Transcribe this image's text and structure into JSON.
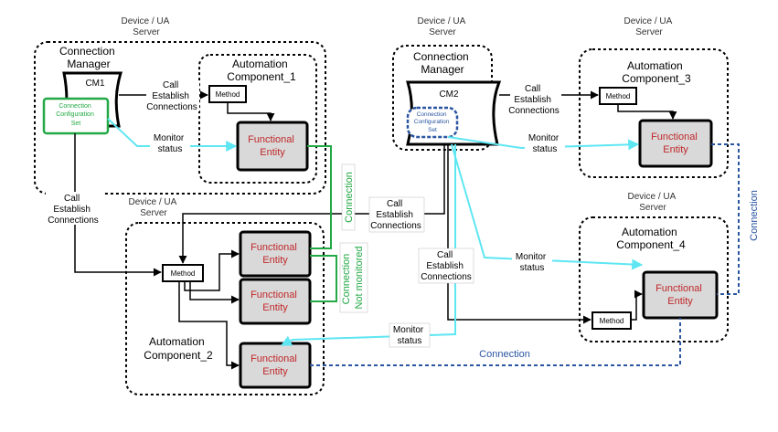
{
  "server_labels": {
    "s1": [
      "Device / UA",
      "Server"
    ],
    "s2": [
      "Device / UA",
      "Server"
    ],
    "s3": [
      "Device / UA",
      "Server"
    ],
    "s4": [
      "Device / UA",
      "Server"
    ],
    "s5": [
      "Device / UA",
      "Server"
    ]
  },
  "cm1": {
    "title": [
      "Connection",
      "Manager"
    ],
    "doc_label": "CM1",
    "config": [
      "Connection",
      "Configuration",
      "Set"
    ]
  },
  "cm2": {
    "title": [
      "Connection",
      "Manager"
    ],
    "doc_label": "CM2",
    "config": [
      "Connection",
      "Configuration",
      "Set"
    ]
  },
  "components": {
    "ac1": [
      "Automation",
      "Component_1"
    ],
    "ac2": [
      "Automation",
      "Component_2"
    ],
    "ac3": [
      "Automation",
      "Component_3"
    ],
    "ac4": [
      "Automation",
      "Component_4"
    ]
  },
  "method_label": "Method",
  "functional_entity": [
    "Functional",
    "Entity"
  ],
  "labels": {
    "call_establish": [
      "Call",
      "Establish",
      "Connections"
    ],
    "monitor_status": [
      "Monitor",
      "status"
    ],
    "connection": "Connection",
    "not_monitored": "Not monitored"
  },
  "colors": {
    "green": "#22a845",
    "cyan": "#5ee6f2",
    "dark_blue": "#2a55a0",
    "red_text": "#c0282a",
    "entity_fill": "#d9d9d9"
  }
}
